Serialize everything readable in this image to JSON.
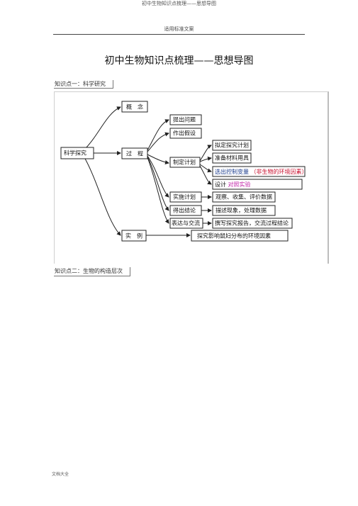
{
  "header": {
    "running_title": "初中生物知识点梳理——思想导图",
    "subtitle": "适用标准文案"
  },
  "title": "初中生物知识点梳理——思想导图",
  "sections": [
    {
      "label": "知识点一：科学研究"
    },
    {
      "label": "知识点二：生物的构造层次"
    }
  ],
  "mindmap": {
    "root": "科学探究",
    "level1": {
      "concept": "概　念",
      "process": "过　程",
      "example": "实　例"
    },
    "process_steps": {
      "question": "提出问题",
      "hypothesis": "作出假设",
      "plan": "制定计划",
      "implement": "实施计划",
      "conclusion": "得出结论",
      "communicate": "表达与交流"
    },
    "plan_steps": {
      "plan": "拟定探究计划",
      "materials": "准备材料用具",
      "variable": "选出控制变量",
      "variable_note": "（非生物的环境因素）",
      "design_prefix": "设计",
      "design_suffix": "对照实验"
    },
    "implement_detail": "观察、收集、评价数据",
    "conclusion_detail": "描述现象，处理数据",
    "communicate_detail": "撰写探究报告，交流过程结论",
    "example_detail": "探究影响鼠妇分布的环境因素"
  },
  "footer": {
    "text": "文档大全"
  },
  "colors": {
    "blue": "#1f3f8f",
    "red": "#c8102e",
    "magenta": "#c023a8"
  }
}
